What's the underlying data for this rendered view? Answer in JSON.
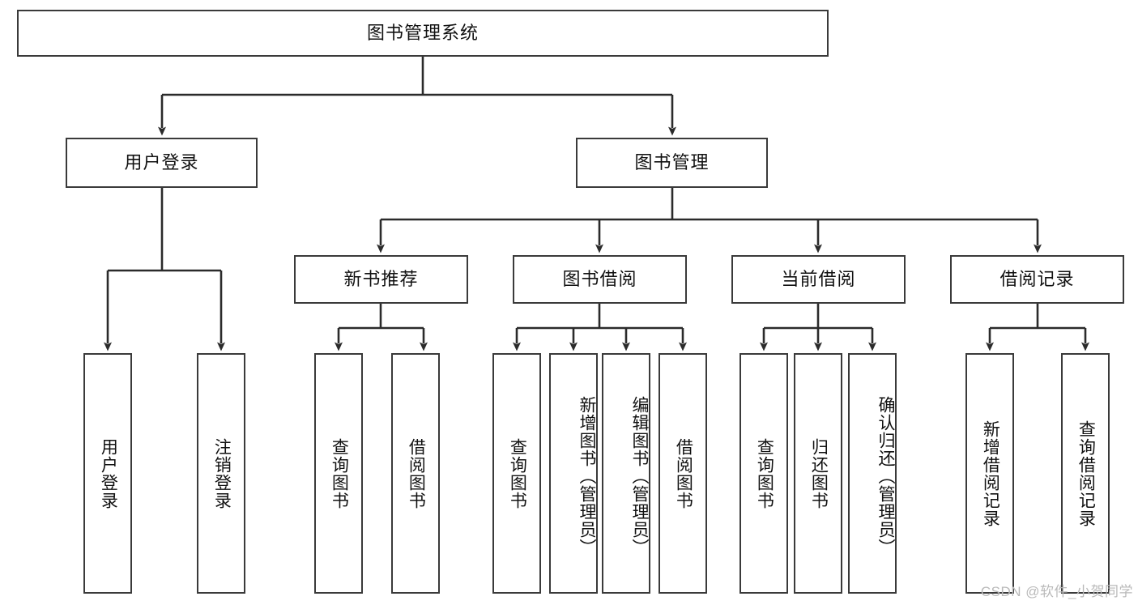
{
  "diagram": {
    "title": "图书管理系统",
    "type": "tree-hierarchy-diagram",
    "watermark": "CSDN @软件_小贺同学",
    "colors": {
      "box_border": "#3a3a3a",
      "box_fill": "#ffffff",
      "connector": "#2b2b2b",
      "text": "#111111",
      "watermark": "#b9b9b9"
    },
    "nodes": {
      "root": {
        "label": "图书管理系统"
      },
      "level2": [
        {
          "id": "user-login",
          "label": "用户登录"
        },
        {
          "id": "book-manage",
          "label": "图书管理"
        }
      ],
      "level3": [
        {
          "id": "new-book-recommend",
          "label": "新书推荐"
        },
        {
          "id": "book-borrow",
          "label": "图书借阅"
        },
        {
          "id": "current-borrow",
          "label": "当前借阅"
        },
        {
          "id": "borrow-record",
          "label": "借阅记录"
        }
      ],
      "leaves": {
        "user-login": [
          {
            "id": "leaf-user-login",
            "label": "用户登录"
          },
          {
            "id": "leaf-logout-login",
            "label": "注销登录"
          }
        ],
        "new-book-recommend": [
          {
            "id": "leaf-query-book-1",
            "label": "查询图书"
          },
          {
            "id": "leaf-borrow-book-1",
            "label": "借阅图书"
          }
        ],
        "book-borrow": [
          {
            "id": "leaf-query-book-2",
            "label": "查询图书"
          },
          {
            "id": "leaf-add-book",
            "label": "新增图书（管理员）"
          },
          {
            "id": "leaf-edit-book",
            "label": "编辑图书（管理员）"
          },
          {
            "id": "leaf-borrow-book-2",
            "label": "借阅图书"
          }
        ],
        "current-borrow": [
          {
            "id": "leaf-query-book-3",
            "label": "查询图书"
          },
          {
            "id": "leaf-return-book",
            "label": "归还图书"
          },
          {
            "id": "leaf-confirm-return",
            "label": "确认归还（管理员）"
          }
        ],
        "borrow-record": [
          {
            "id": "leaf-add-record",
            "label": "新增借阅记录"
          },
          {
            "id": "leaf-query-record",
            "label": "查询借阅记录"
          }
        ]
      }
    }
  }
}
